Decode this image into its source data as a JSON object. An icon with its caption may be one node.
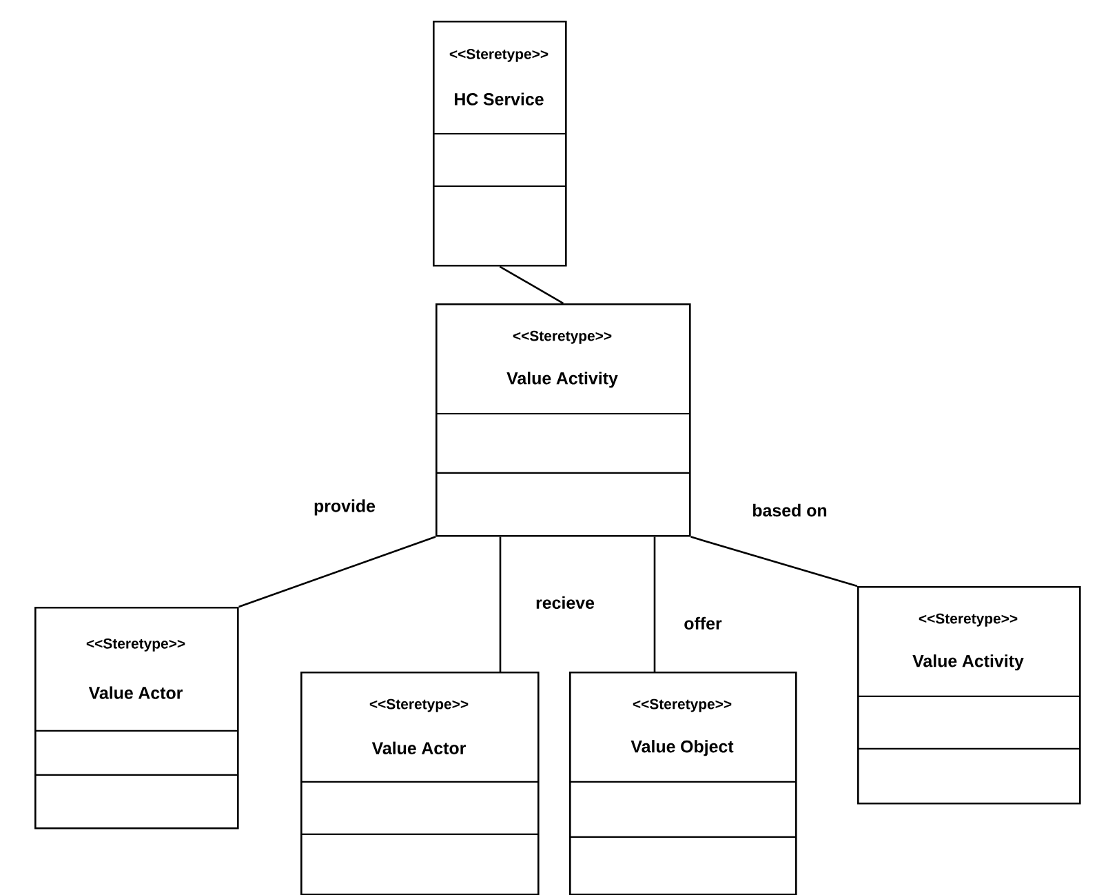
{
  "diagram": {
    "nodes": [
      {
        "text": [
          "<<Steretype>>",
          "HC Service"
        ]
      },
      {
        "text": [
          "<<Steretype>>",
          "Value Activity"
        ]
      },
      {
        "text": [
          "<<Steretype>>",
          "Value Actor"
        ]
      },
      {
        "text": [
          "<<Steretype>>",
          "Value Actor"
        ]
      },
      {
        "text": [
          "<<Steretype>>",
          "Value Object"
        ]
      },
      {
        "text": [
          "<<Steretype>>",
          "Value Activity"
        ]
      }
    ],
    "edges": [
      {
        "from": 0,
        "to": 1,
        "arrow": "none"
      },
      {
        "from": 1,
        "to": 2,
        "arrow": "none",
        "label": "provide"
      },
      {
        "from": 1,
        "to": 3,
        "arrow": "none",
        "label": "recieve"
      },
      {
        "from": 1,
        "to": 4,
        "arrow": "none",
        "label": "offer"
      },
      {
        "from": 1,
        "to": 5,
        "arrow": "none",
        "label": "based on"
      }
    ]
  }
}
